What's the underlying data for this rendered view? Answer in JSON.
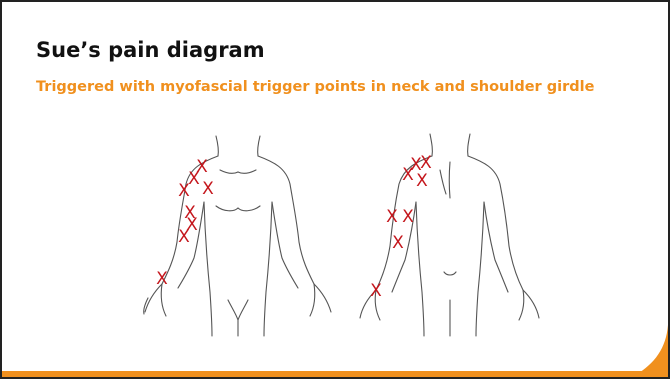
{
  "slide": {
    "title": "Sue’s pain diagram",
    "subtitle": "Triggered with myofascial trigger points in neck and shoulder girdle"
  },
  "figure": {
    "views": [
      "front-body-outline",
      "back-body-outline"
    ],
    "marker_glyph": "X",
    "marker_count_front": 8,
    "marker_count_back": 8
  },
  "colors": {
    "accent": "#f0901e",
    "marker": "#c4161c",
    "border": "#222222",
    "outline": "#555555"
  }
}
